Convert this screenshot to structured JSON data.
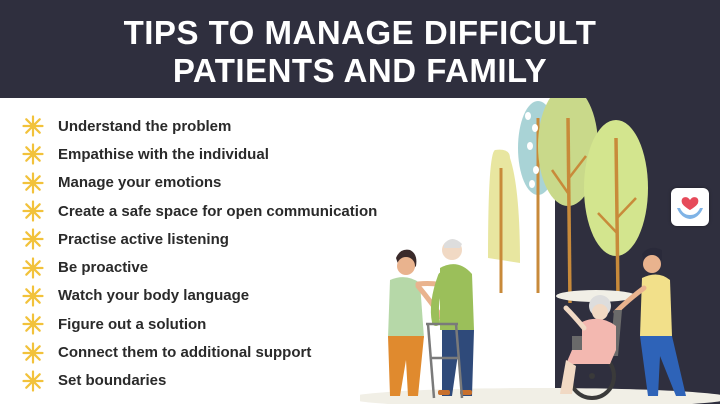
{
  "title": {
    "line1": "TIPS TO MANAGE DIFFICULT",
    "line2": "PATIENTS AND FAMILY"
  },
  "tips": [
    "Understand the problem",
    "Empathise with the individual",
    "Manage your emotions",
    "Create a safe space for open communication",
    "Practise active listening",
    "Be proactive",
    "Watch your body language",
    "Figure out a solution",
    "Connect them to additional support",
    "Set boundaries"
  ],
  "colors": {
    "header_bg": "#2f2f3e",
    "bullet": "#f2c23b",
    "text": "#2a2a2a"
  },
  "icons": {
    "bullet": "sun-burst-icon",
    "badge": "caring-hands-heart-icon"
  }
}
